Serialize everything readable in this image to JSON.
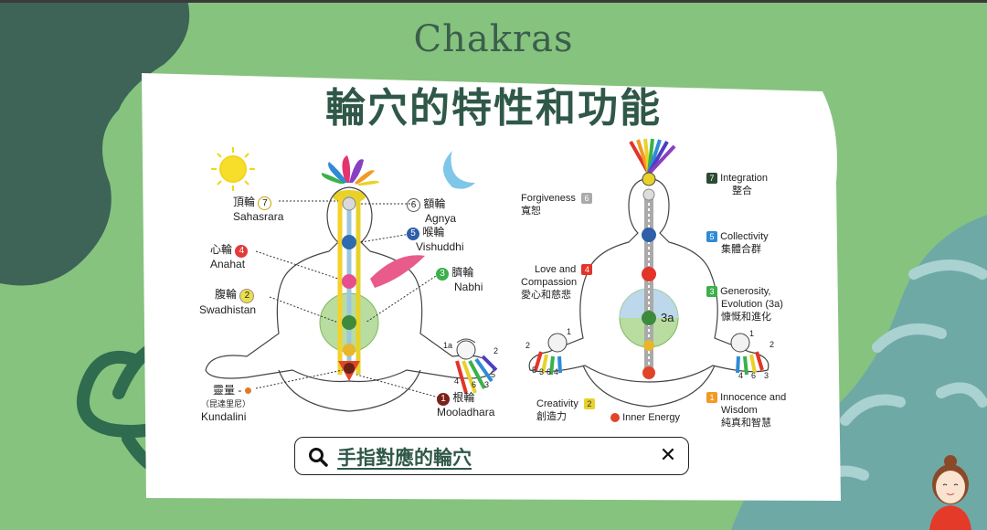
{
  "title": {
    "en": "Chakras",
    "zh": "輪穴的特性和功能"
  },
  "search": {
    "query": "手指對應的輪穴"
  },
  "left_labels": {
    "crown": {
      "zh": "頂輪",
      "num": "7",
      "en": "Sahasrara"
    },
    "third_eye": {
      "num": "6",
      "zh": "額輪",
      "en": "Agnya"
    },
    "throat": {
      "num": "5",
      "zh": "喉輪",
      "en": "Vishuddhi"
    },
    "heart": {
      "zh": "心輪",
      "num": "4",
      "en": "Anahat"
    },
    "navel": {
      "num": "3",
      "zh": "臍輪",
      "en": "Nabhi"
    },
    "sacral": {
      "zh": "腹輪",
      "num": "2",
      "en": "Swadhistan"
    },
    "root": {
      "num": "1",
      "zh": "根輪",
      "en": "Mooladhara"
    },
    "kundalini": {
      "zh": "靈量",
      "zh_sub": "（昆達里尼）",
      "en": "Kundalini"
    },
    "hand_nums": [
      "1a",
      "2",
      "3",
      "4",
      "5",
      "6"
    ]
  },
  "right_labels": {
    "integration": {
      "num": "7",
      "en": "Integration",
      "zh": "整合"
    },
    "forgiveness": {
      "num": "6",
      "en": "Forgiveness",
      "zh": "寬恕"
    },
    "collectivity": {
      "num": "5",
      "en": "Collectivity",
      "zh": "集體合群"
    },
    "love": {
      "num": "4",
      "en1": "Love and",
      "en2": "Compassion",
      "zh": "愛心和慈悲"
    },
    "generosity": {
      "num": "3",
      "en1": "Generosity,",
      "en2": "Evolution",
      "en3": "(3a)",
      "zh": "慷慨和進化"
    },
    "creativity": {
      "num": "2",
      "en": "Creativity",
      "zh": "創造力"
    },
    "inner_energy": {
      "en": "Inner Energy"
    },
    "innocence": {
      "num": "1",
      "en1": "Innocence and",
      "en2": "Wisdom",
      "zh": "純真和智慧"
    },
    "center_label": "3a",
    "hand_nums_left": [
      "1",
      "2",
      "5",
      "3",
      "6",
      "4"
    ],
    "hand_nums_right": [
      "1",
      "2",
      "4",
      "6",
      "3"
    ]
  },
  "colors": {
    "background": "#86c37e",
    "dark_green": "#3d6457",
    "teal": "#6fa9a6",
    "title": "#2f5848",
    "card": "#ffffff"
  }
}
